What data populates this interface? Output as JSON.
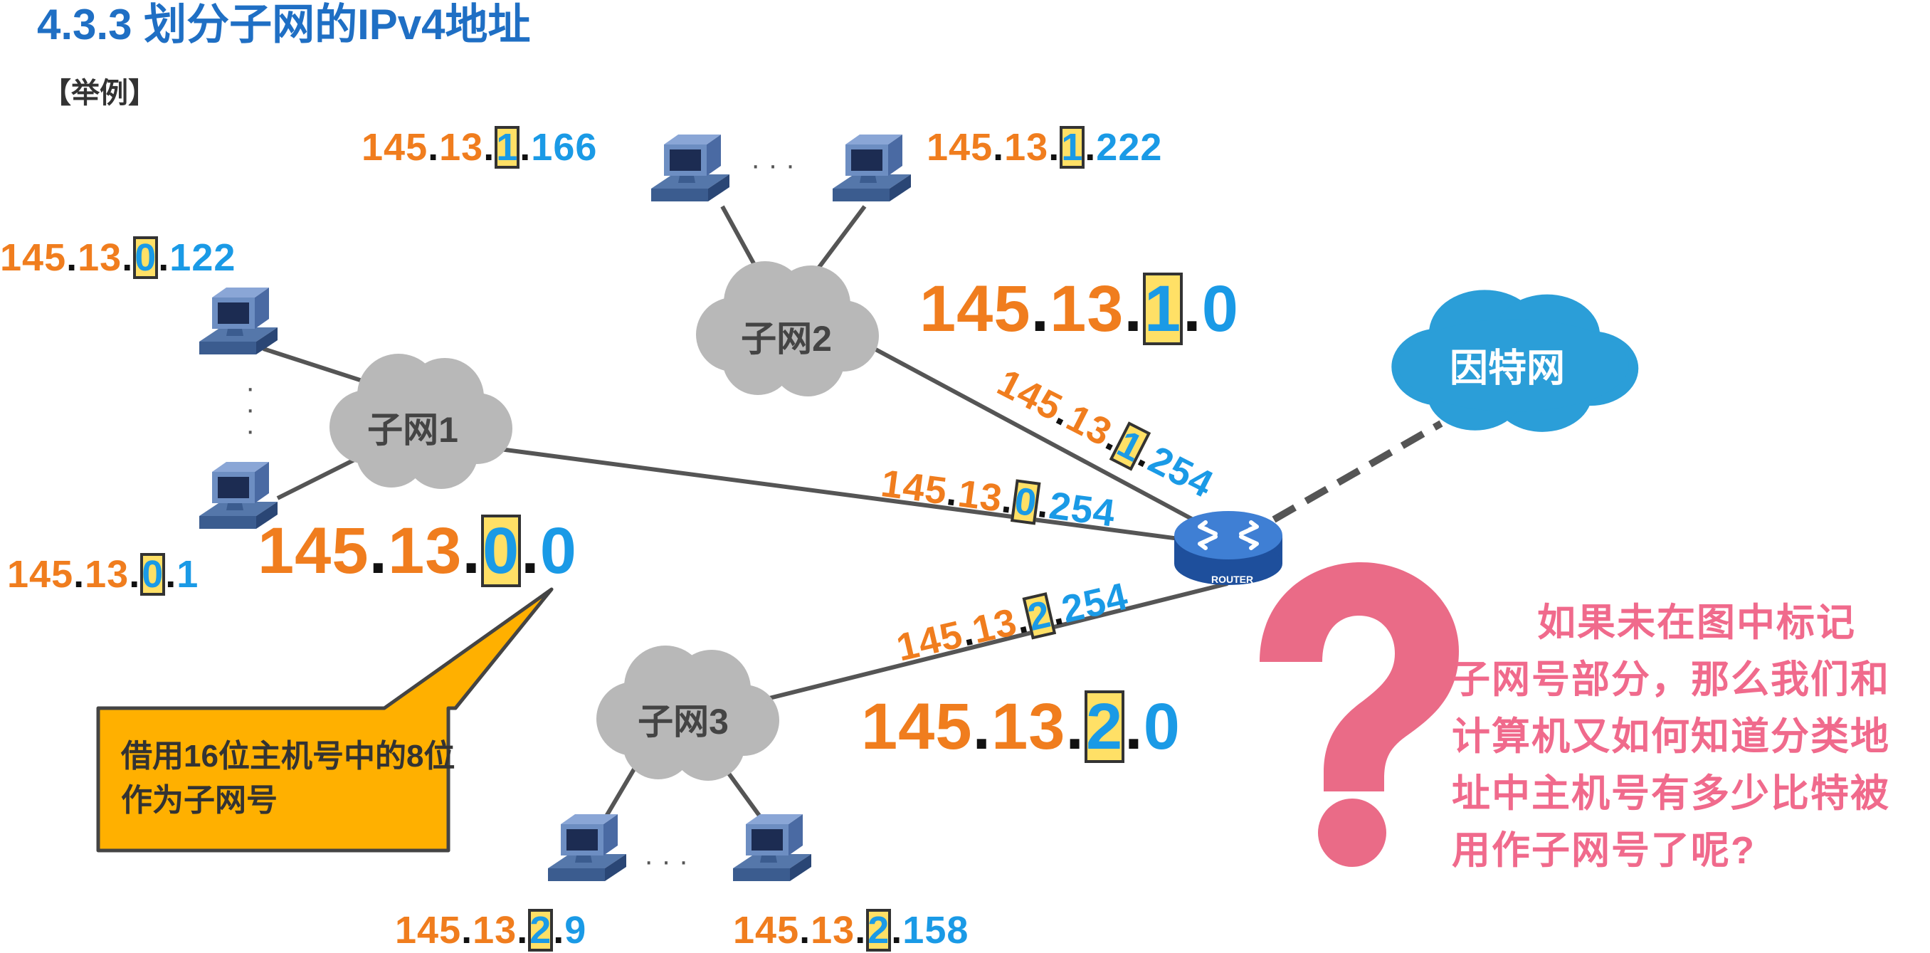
{
  "title": "4.3.3 划分子网的IPv4地址",
  "example_label": "【举例】",
  "clouds": {
    "subnet1": "子网1",
    "subnet2": "子网2",
    "subnet3": "子网3",
    "internet": "因特网"
  },
  "router_label": "ROUTER",
  "addresses": {
    "s2_left": [
      "145",
      "13",
      "1",
      "166"
    ],
    "s2_right": [
      "145",
      "13",
      "1",
      "222"
    ],
    "s1_top": [
      "145",
      "13",
      "0",
      "122"
    ],
    "s1_bottom": [
      "145",
      "13",
      "0",
      "1"
    ],
    "s3_left": [
      "145",
      "13",
      "2",
      "9"
    ],
    "s3_right": [
      "145",
      "13",
      "2",
      "158"
    ],
    "net1": [
      "145",
      "13",
      "0",
      "0"
    ],
    "net2": [
      "145",
      "13",
      "1",
      "0"
    ],
    "net3": [
      "145",
      "13",
      "2",
      "0"
    ],
    "r1": [
      "145",
      "13",
      "0",
      "254"
    ],
    "r2": [
      "145",
      "13",
      "1",
      "254"
    ],
    "r3": [
      "145",
      "13",
      "2",
      "254"
    ]
  },
  "ellipsis": {
    "h": "· · ·",
    "v": "·"
  },
  "callout_text": "借用16位主机号中的8位作为子网号",
  "question": {
    "mark": "?",
    "line1": "如果未在图中标记",
    "line2": "子网号部分，那么我们和",
    "line3": "计算机又如何知道分类地",
    "line4": "址中主机号有多少比特被",
    "line5": "用作子网号了呢?"
  },
  "colors": {
    "network_part": "#f07d1e",
    "subnet_part": "#1a9ae6",
    "highlight": "#ffe066",
    "title": "#1f6fc4",
    "callout": "#ffb000",
    "question": "#f06a8c",
    "internet": "#2b9ed8"
  }
}
